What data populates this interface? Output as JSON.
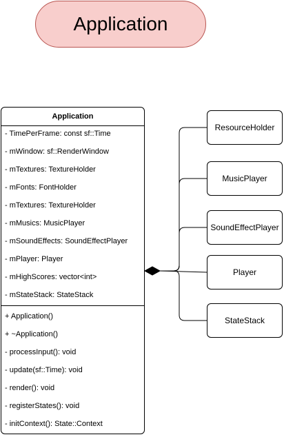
{
  "title": "Application",
  "class_diagram": {
    "name": "Application",
    "attributes": [
      "- TimePerFrame: const sf::Time",
      "- mWindow: sf::RenderWindow",
      "- mTextures: TextureHolder",
      "- mFonts: FontHolder",
      "- mTextures: TextureHolder",
      "- mMusics: MusicPlayer",
      "- mSoundEffects: SoundEffectPlayer",
      "- mPlayer: Player",
      "- mHighScores: vector<int>",
      "- mStateStack: StateStack"
    ],
    "operations": [
      "+ Application()",
      "+ ~Application()",
      "- processInput(): void",
      "- update(sf::Time): void",
      "- render(): void",
      "- registerStates(): void",
      "- initContext(): State::Context"
    ]
  },
  "components": [
    {
      "name": "ResourceHolder"
    },
    {
      "name": "MusicPlayer"
    },
    {
      "name": "SoundEffectPlayer"
    },
    {
      "name": "Player"
    },
    {
      "name": "StateStack"
    }
  ],
  "relationship": "composition"
}
